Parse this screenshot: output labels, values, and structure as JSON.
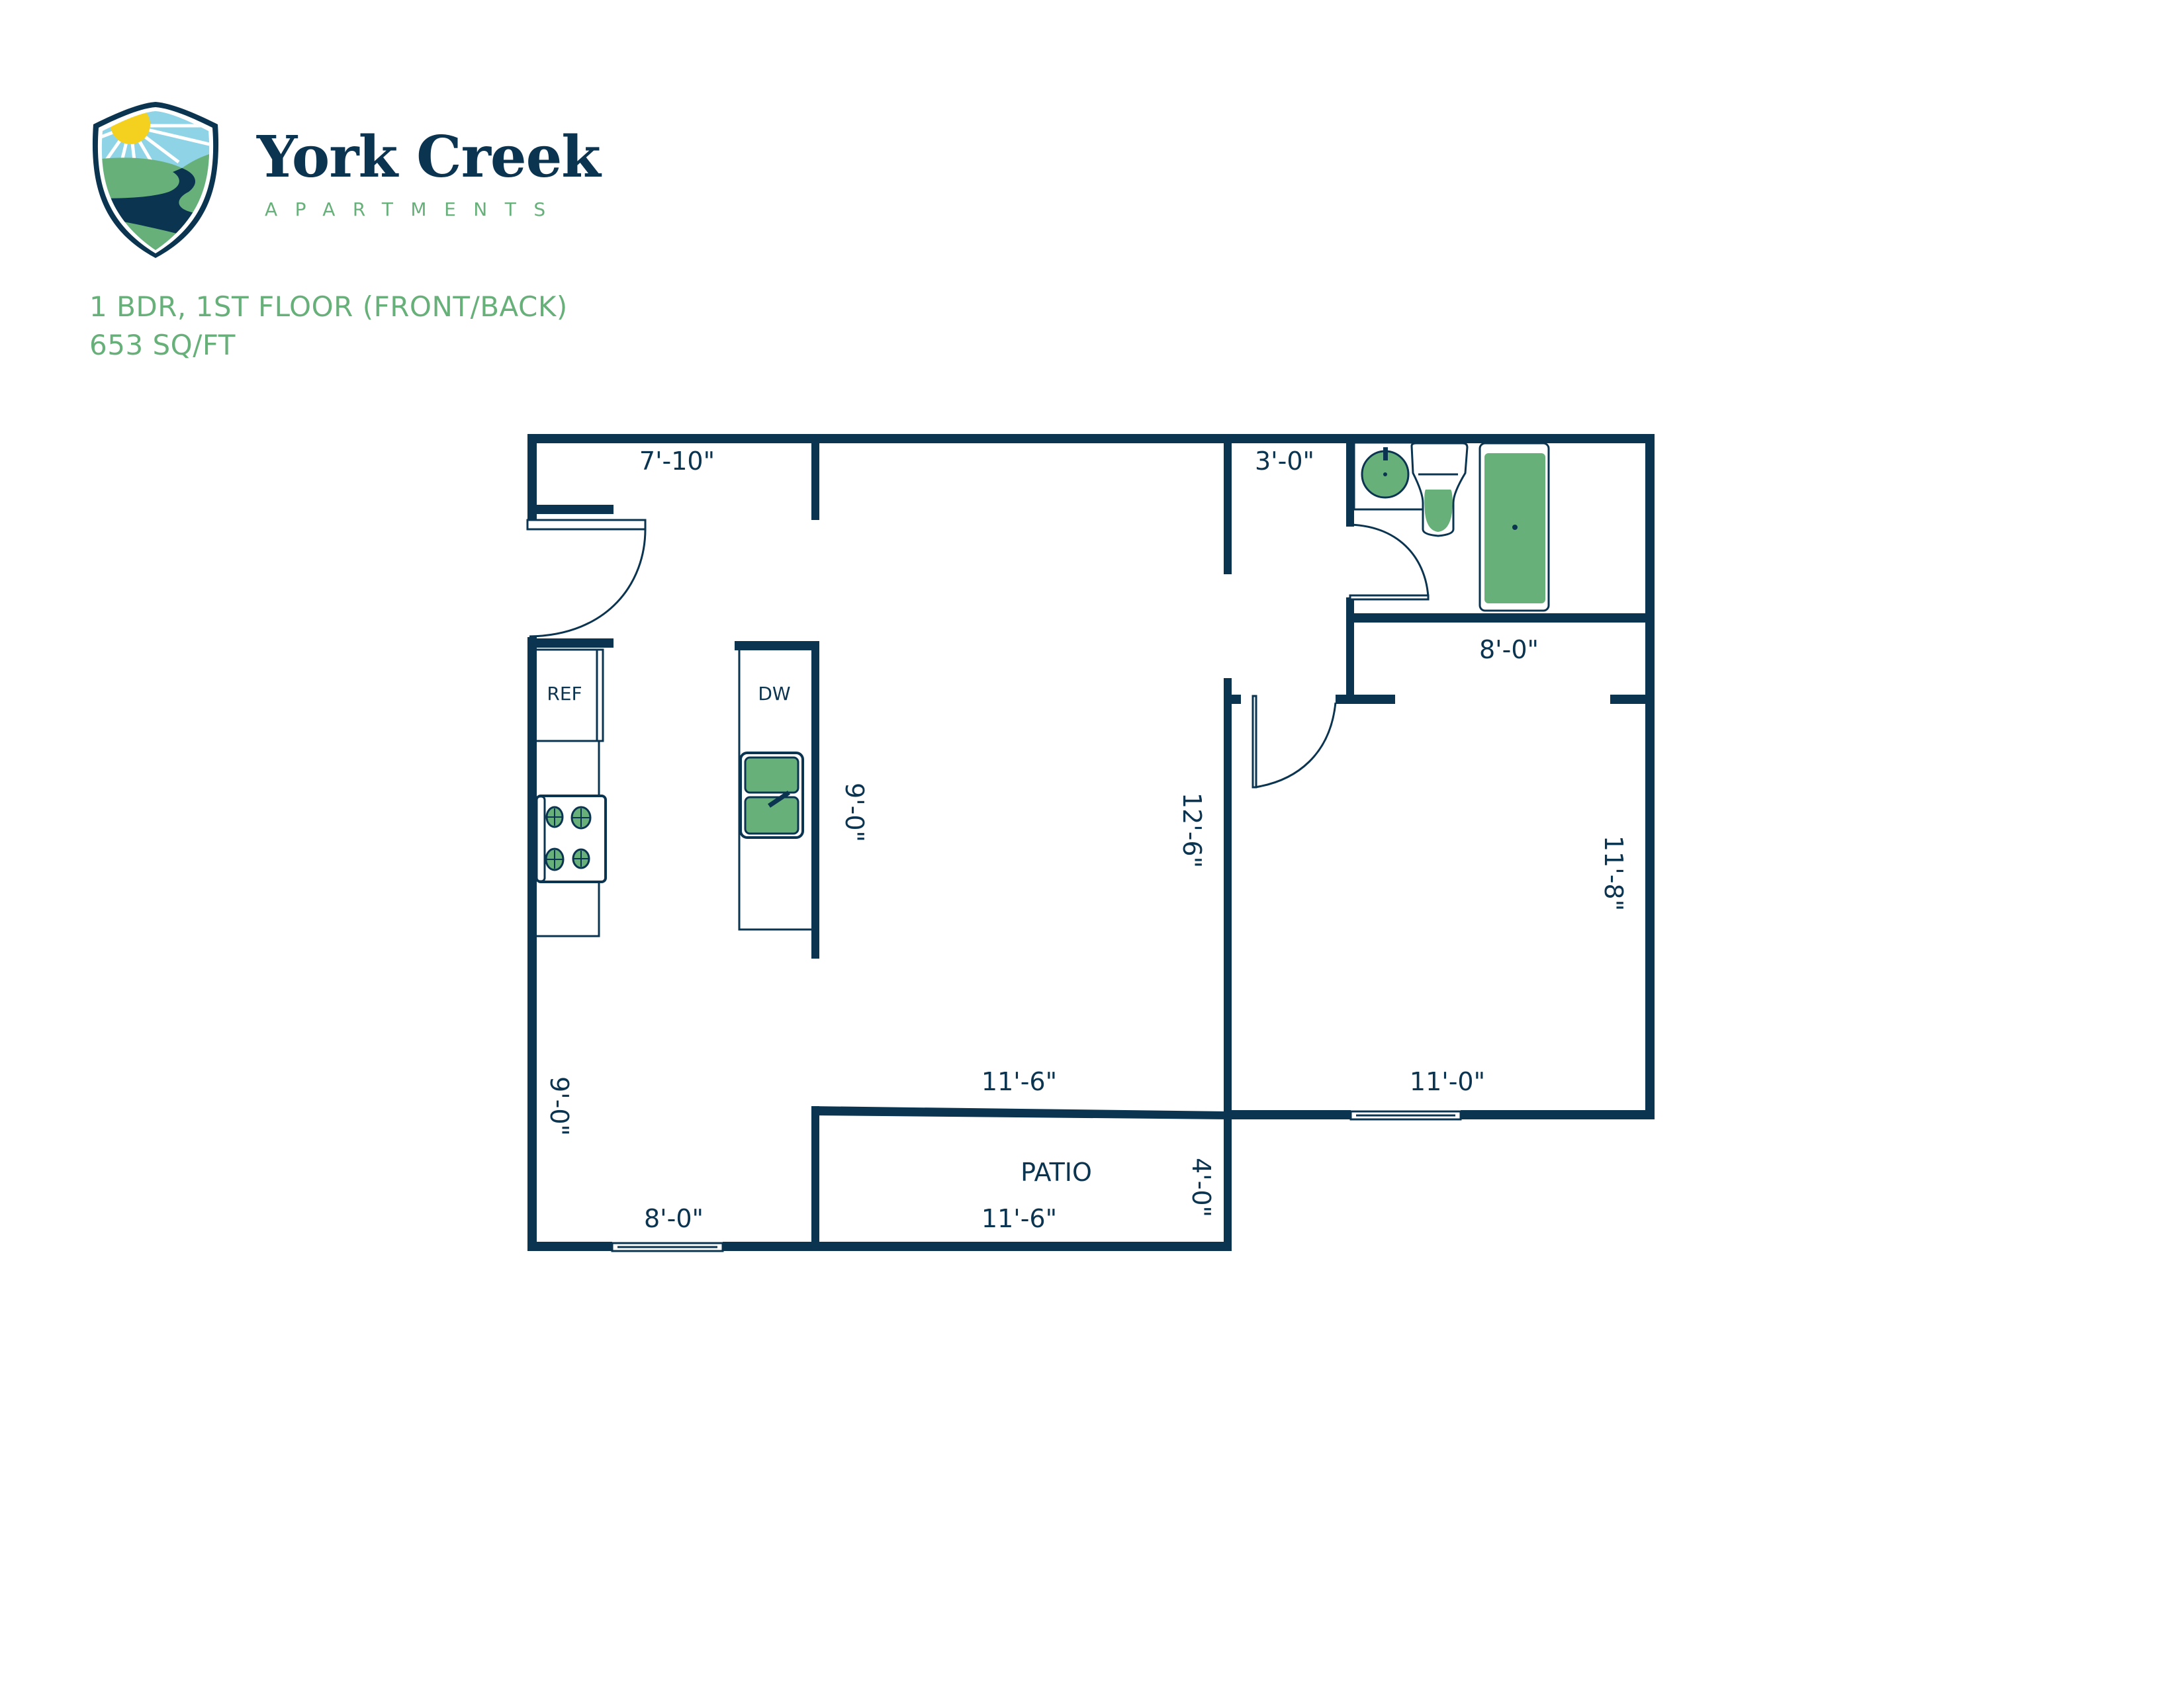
{
  "brand": {
    "name": "York Creek",
    "subtitle": "APARTMENTS",
    "logo_icon": "shield-landscape-icon",
    "colors": {
      "navy": "#0b3450",
      "green": "#68b07a",
      "sky": "#8fd3e6",
      "sun": "#f4d11f"
    }
  },
  "unit": {
    "title": "1 BDR, 1ST FLOOR (FRONT/BACK)",
    "size": "653 SQ/FT"
  },
  "floorplan": {
    "labels": {
      "refrigerator": "REF",
      "dishwasher": "DW",
      "patio": "PATIO"
    },
    "dimensions": {
      "entry_width": "7'-10\"",
      "bath_hall_width": "3'-0\"",
      "bedroom_closet_width": "8'-0\"",
      "kitchen_length": "9'-0\"",
      "living_length": "12'-6\"",
      "bedroom_length": "11'-8\"",
      "living_width": "11'-6\"",
      "bedroom_width": "11'-0\"",
      "dining_length": "9'-0\"",
      "dining_width": "8'-0\"",
      "patio_width": "11'-6\"",
      "patio_depth": "4'-0\""
    }
  }
}
